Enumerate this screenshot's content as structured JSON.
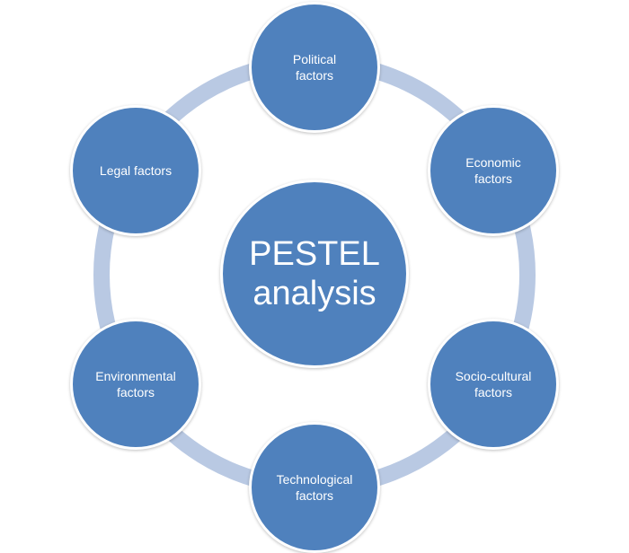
{
  "diagram": {
    "center": {
      "label": "PESTEL\nanalysis"
    },
    "nodes": [
      {
        "id": "political",
        "label": "Political\nfactors"
      },
      {
        "id": "economic",
        "label": "Economic\nfactors"
      },
      {
        "id": "socio",
        "label": "Socio-cultural\nfactors"
      },
      {
        "id": "tech",
        "label": "Technological\nfactors"
      },
      {
        "id": "env",
        "label": "Environmental\nfactors"
      },
      {
        "id": "legal",
        "label": "Legal factors"
      }
    ],
    "colors": {
      "node_fill": "#4f81bd",
      "node_border": "#ffffff",
      "ring": "#b9c9e3",
      "text": "#ffffff"
    }
  }
}
